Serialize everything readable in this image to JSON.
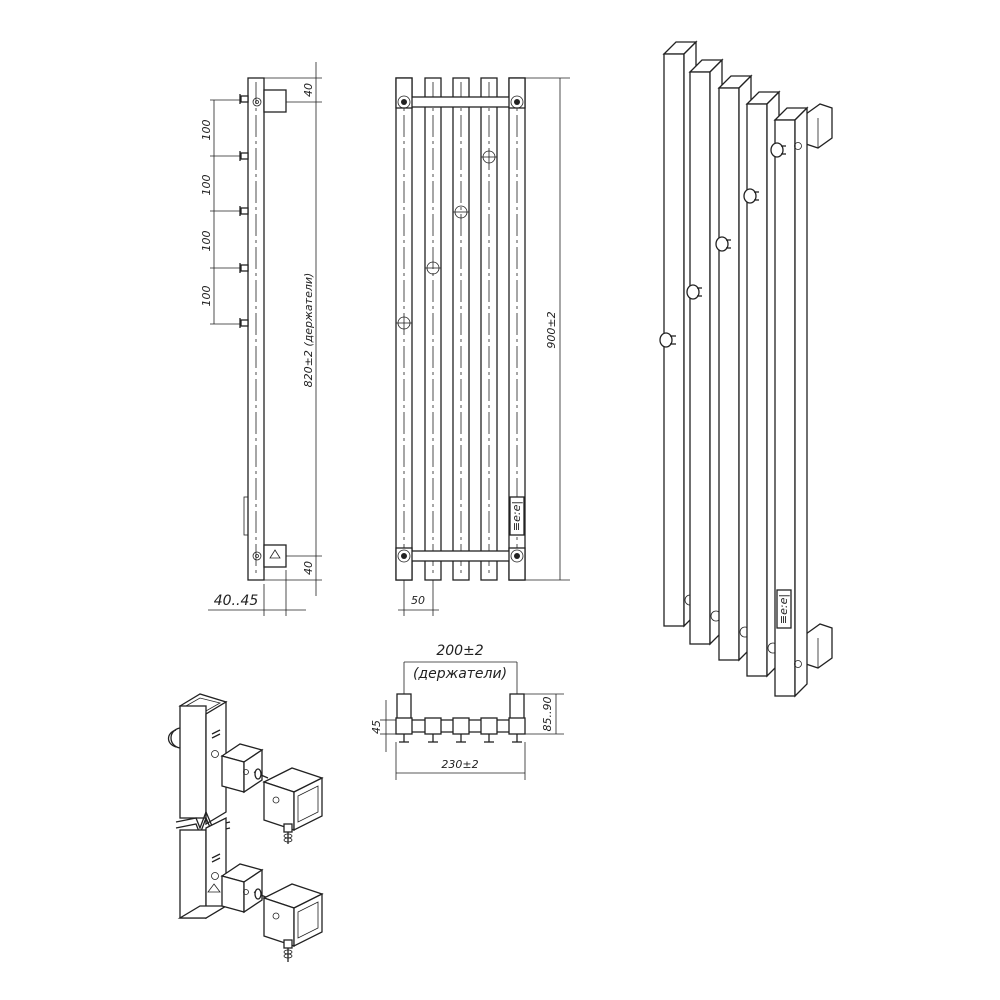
{
  "dimensions": {
    "side_top_gap": "40",
    "side_bottom_gap": "40",
    "hook_spacing_1": "100",
    "hook_spacing_2": "100",
    "hook_spacing_3": "100",
    "hook_spacing_4": "100",
    "holder_length": "820±2 (держатели)",
    "wall_gap": "40..45",
    "total_height": "900±2",
    "tube_pitch": "50",
    "holder_spacing": "200±2",
    "holder_spacing_note": "(держатели)",
    "wall_depth": "85..90",
    "tube_depth": "45",
    "total_width": "230±2"
  },
  "brand_label": "≡e:e|"
}
